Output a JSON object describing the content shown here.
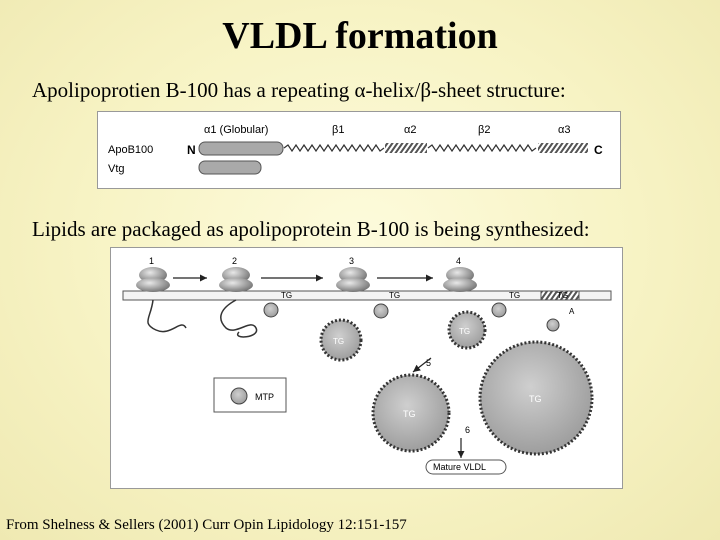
{
  "slide": {
    "title": "VLDL formation",
    "line1_prefix": "Apolipoprotien B-100 has a repeating ",
    "alpha": "α",
    "line1_mid": "-helix/",
    "beta": "β",
    "line1_suffix": "-sheet structure:",
    "line2": "Lipids are packaged as apolipoprotein B-100 is being synthesized:",
    "citation": "From Shelness & Sellers (2001) Curr Opin Lipidology 12:151-157"
  },
  "figure1": {
    "domain_labels": [
      "α1 (Globular)",
      "β1",
      "α2",
      "β2",
      "α3"
    ],
    "row_labels": [
      "ApoB100",
      "Vtg"
    ],
    "n_label": "N",
    "c_label": "C"
  },
  "figure2": {
    "step_labels": [
      "1",
      "2",
      "3",
      "4",
      "5",
      "6"
    ],
    "tg_label": "TG",
    "a_label": "A",
    "mtp_label": "MTP",
    "mature_label": "Mature VLDL"
  }
}
